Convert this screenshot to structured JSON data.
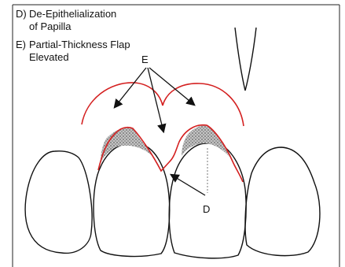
{
  "legend": {
    "item_d": {
      "letter": "D)",
      "line1": "De-Epithelialization",
      "line2": "of Papilla"
    },
    "item_e": {
      "letter": "E)",
      "line1": "Partial-Thickness Flap",
      "line2": "Elevated"
    }
  },
  "labels": {
    "e": "E",
    "d": "D"
  },
  "colors": {
    "flap_outline": "#d42020",
    "tooth_outline": "#111111",
    "deepithelialized_fill": "#bdbdbd"
  }
}
